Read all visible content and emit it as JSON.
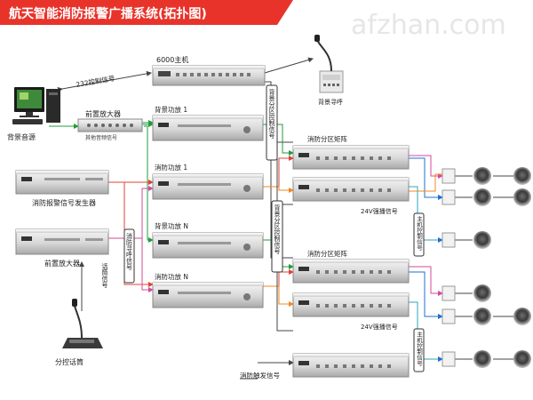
{
  "title": "航天智能消防报警广播系统(拓扑图)",
  "watermark": "afzhan.com",
  "labels": {
    "host_6000": "6000主机",
    "rs232": "232控制信号",
    "bg_paging": "背景寻呼",
    "bg_source": "背景音源",
    "preamp": "前置放大器",
    "other_audio": "其他音频信号",
    "alarm_gen": "消防报警信号发生器",
    "preamp2": "前置放大器",
    "mic_desk": "分控话筒",
    "bg_amp_1": "背景功放 1",
    "fire_amp_1": "消防功放 1",
    "bg_amp_n": "背景功放 N",
    "fire_amp_n": "消防功放 N",
    "matrix_1": "消防分区矩阵",
    "matrix_2": "消防分区矩阵",
    "v24_1": "24V强播信号",
    "v24_2": "24V强播信号",
    "fire_trigger": "消防触发信号",
    "vert_bg_zone_1": "背景分区控制信号",
    "vert_bg_zone_2": "背景分区控制信号",
    "vert_fire_page": "消防寻呼信号",
    "vert_talk": "话筒信号",
    "vert_host_1": "主机控制信号",
    "vert_host_2": "主机控制信号"
  },
  "colors": {
    "title_bg": "#e8332a",
    "title_text": "#ffffff",
    "wire": "#444444",
    "green": "#1f9d3a",
    "red": "#e0403a",
    "orange": "#f08a1e",
    "blue": "#1f6fd6",
    "pink": "#d64a9a",
    "cyan": "#2aa7b8"
  }
}
